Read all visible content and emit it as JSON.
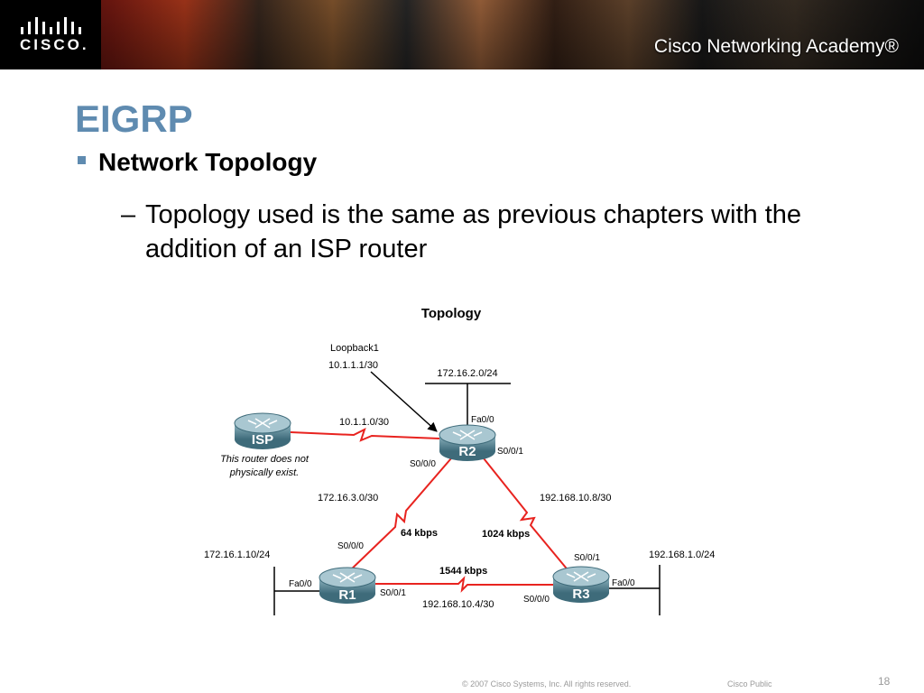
{
  "banner": {
    "logo_text": "CISCO.",
    "academy_text": "Cisco Networking Academy®"
  },
  "slide": {
    "title": "EIGRP",
    "bullet1": "Network Topology",
    "bullet2_dash": "–",
    "bullet2": "Topology used is the same as previous chapters with the addition of an ISP router"
  },
  "diagram": {
    "title": "Topology",
    "routers": {
      "isp": "ISP",
      "r1": "R1",
      "r2": "R2",
      "r3": "R3"
    },
    "isp_note_1": "This router does not",
    "isp_note_2": "physically exist.",
    "loopback_1": "Loopback1",
    "loopback_2": "10.1.1.1/30",
    "lan_r2": "172.16.2.0/24",
    "lan_r1": "172.16.1.10/24",
    "lan_r3": "192.168.1.0/24",
    "link_isp_r2": "10.1.1.0/30",
    "link_r1_r2": "172.16.3.0/30",
    "link_r2_r3": "192.168.10.8/30",
    "link_r1_r3": "192.168.10.4/30",
    "speed_r1_r2": "64 kbps",
    "speed_r2_r3": "1024 kbps",
    "speed_r1_r3": "1544 kbps",
    "r2_fa": "Fa0/0",
    "r2_s000": "S0/0/0",
    "r2_s001": "S0/0/1",
    "r1_s000": "S0/0/0",
    "r1_fa": "Fa0/0",
    "r1_s001": "S0/0/1",
    "r3_s001": "S0/0/1",
    "r3_fa": "Fa0/0",
    "r3_s000": "S0/0/0"
  },
  "footer": {
    "copyright": "© 2007 Cisco Systems, Inc. All rights reserved.",
    "label": "Cisco Public",
    "page": "18"
  },
  "colors": {
    "accent": "#5f8bb0",
    "link": "#e8231f",
    "router": "#4f7f8f"
  }
}
